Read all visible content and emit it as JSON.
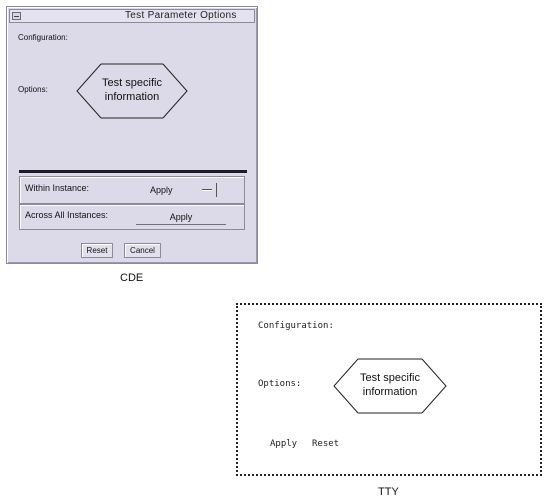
{
  "cde": {
    "title": "Test Parameter Options",
    "configuration_label": "Configuration:",
    "options_label": "Options:",
    "diamond_text_line1": "Test specific",
    "diamond_text_line2": "information",
    "within_instance_label": "Within Instance:",
    "within_instance_value": "Apply",
    "across_instances_label": "Across All Instances:",
    "across_instances_button": "Apply",
    "reset_button": "Reset",
    "cancel_button": "Cancel",
    "caption": "CDE"
  },
  "tty": {
    "configuration_label": "Configuration:",
    "options_label": "Options:",
    "diamond_text_line1": "Test specific",
    "diamond_text_line2": "information",
    "apply_label": "Apply",
    "reset_label": "Reset",
    "caption": "TTY"
  }
}
